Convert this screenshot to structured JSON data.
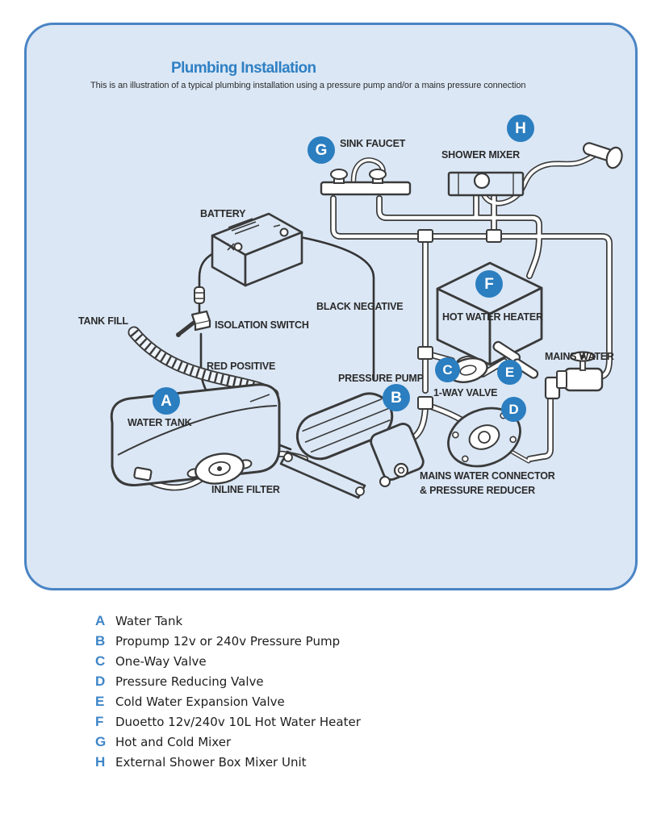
{
  "header": {
    "title": "Plumbing Installation",
    "subtitle": "This is an illustration of a typical plumbing installation using a pressure pump and/or a mains pressure connection"
  },
  "diagram": {
    "labels": {
      "sink_faucet": "SINK FAUCET",
      "shower_mixer": "SHOWER MIXER",
      "battery": "BATTERY",
      "black_negative": "BLACK NEGATIVE",
      "isolation_switch": "ISOLATION SWITCH",
      "red_positive": "RED POSITIVE",
      "tank_fill": "TANK FILL",
      "water_tank": "WATER TANK",
      "inline_filter": "INLINE FILTER",
      "pressure_pump": "PRESSURE PUMP",
      "one_way_valve": "1-WAY VALVE",
      "hot_water_heater": "HOT WATER HEATER",
      "mains_water": "MAINS WATER",
      "mains_connector_line1": "MAINS WATER CONNECTOR",
      "mains_connector_line2": "& PRESSURE REDUCER"
    },
    "markers": {
      "water_tank": "A",
      "pressure_pump": "B",
      "one_way_valve": "C",
      "pressure_reducing_valve": "D",
      "expansion_valve": "E",
      "hot_water_heater": "F",
      "sink_mixer": "G",
      "shower_mixer": "H"
    }
  },
  "legend": {
    "items": [
      {
        "letter": "A",
        "label": "Water Tank"
      },
      {
        "letter": "B",
        "label": "Propump 12v or 240v Pressure Pump"
      },
      {
        "letter": "C",
        "label": "One-Way Valve"
      },
      {
        "letter": "D",
        "label": "Pressure Reducing Valve"
      },
      {
        "letter": "E",
        "label": "Cold Water Expansion Valve"
      },
      {
        "letter": "F",
        "label": "Duoetto 12v/240v 10L Hot Water Heater"
      },
      {
        "letter": "G",
        "label": "Hot and Cold Mixer"
      },
      {
        "letter": "H",
        "label": "External Shower Box Mixer Unit"
      }
    ]
  },
  "colors": {
    "accent_blue": "#2b7ec0",
    "panel_background": "#dbe7f5",
    "panel_border": "#4a84c4",
    "line_art": "#3a3a3a"
  }
}
